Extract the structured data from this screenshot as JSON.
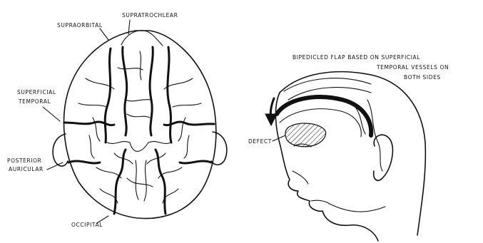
{
  "left_panel": {
    "labels": {
      "supratrochlear": "SUPRATROCHLEAR",
      "supraorbital": "SUPRAORBITAL",
      "superficial": "SUPERFICIAL",
      "temporal": "TEMPORAL",
      "posterior": "POSTERIOR",
      "auricular": "AURICULAR",
      "occipital": "OCCIPITAL"
    }
  },
  "right_panel": {
    "labels": {
      "caption_line1": "BIPEDICLED FLAP BASED ON SUPERFICIAL",
      "caption_line2": "TEMPORAL VESSELS ON",
      "caption_line3": "BOTH SIDES",
      "defect": "DEFECT"
    }
  },
  "colors": {
    "ink": "#111111",
    "background": "#ffffff"
  }
}
